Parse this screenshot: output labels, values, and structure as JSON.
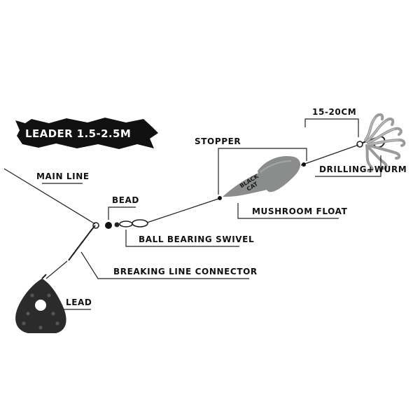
{
  "banner": {
    "text": "LEADER 1.5-2.5M"
  },
  "labels": {
    "main_line": "MAIN LINE",
    "bead": "BEAD",
    "ball_bearing_swivel": "BALL BEARING SWIVEL",
    "breaking_line_connector": "BREAKING LINE CONNECTOR",
    "lead": "LEAD",
    "stopper": "STOPPER",
    "mushroom_float": "MUSHROOM FLOAT",
    "distance": "15-20CM",
    "drilling_wurm": "DRILLING+WURM"
  },
  "float_logo": {
    "line1": "BLACK",
    "line2": "CAT"
  },
  "colors": {
    "line": "#222222",
    "float": "#8a8d8c",
    "lead": "#2b2b2b",
    "banner": "#111111",
    "worm": "#9a9c9b"
  }
}
